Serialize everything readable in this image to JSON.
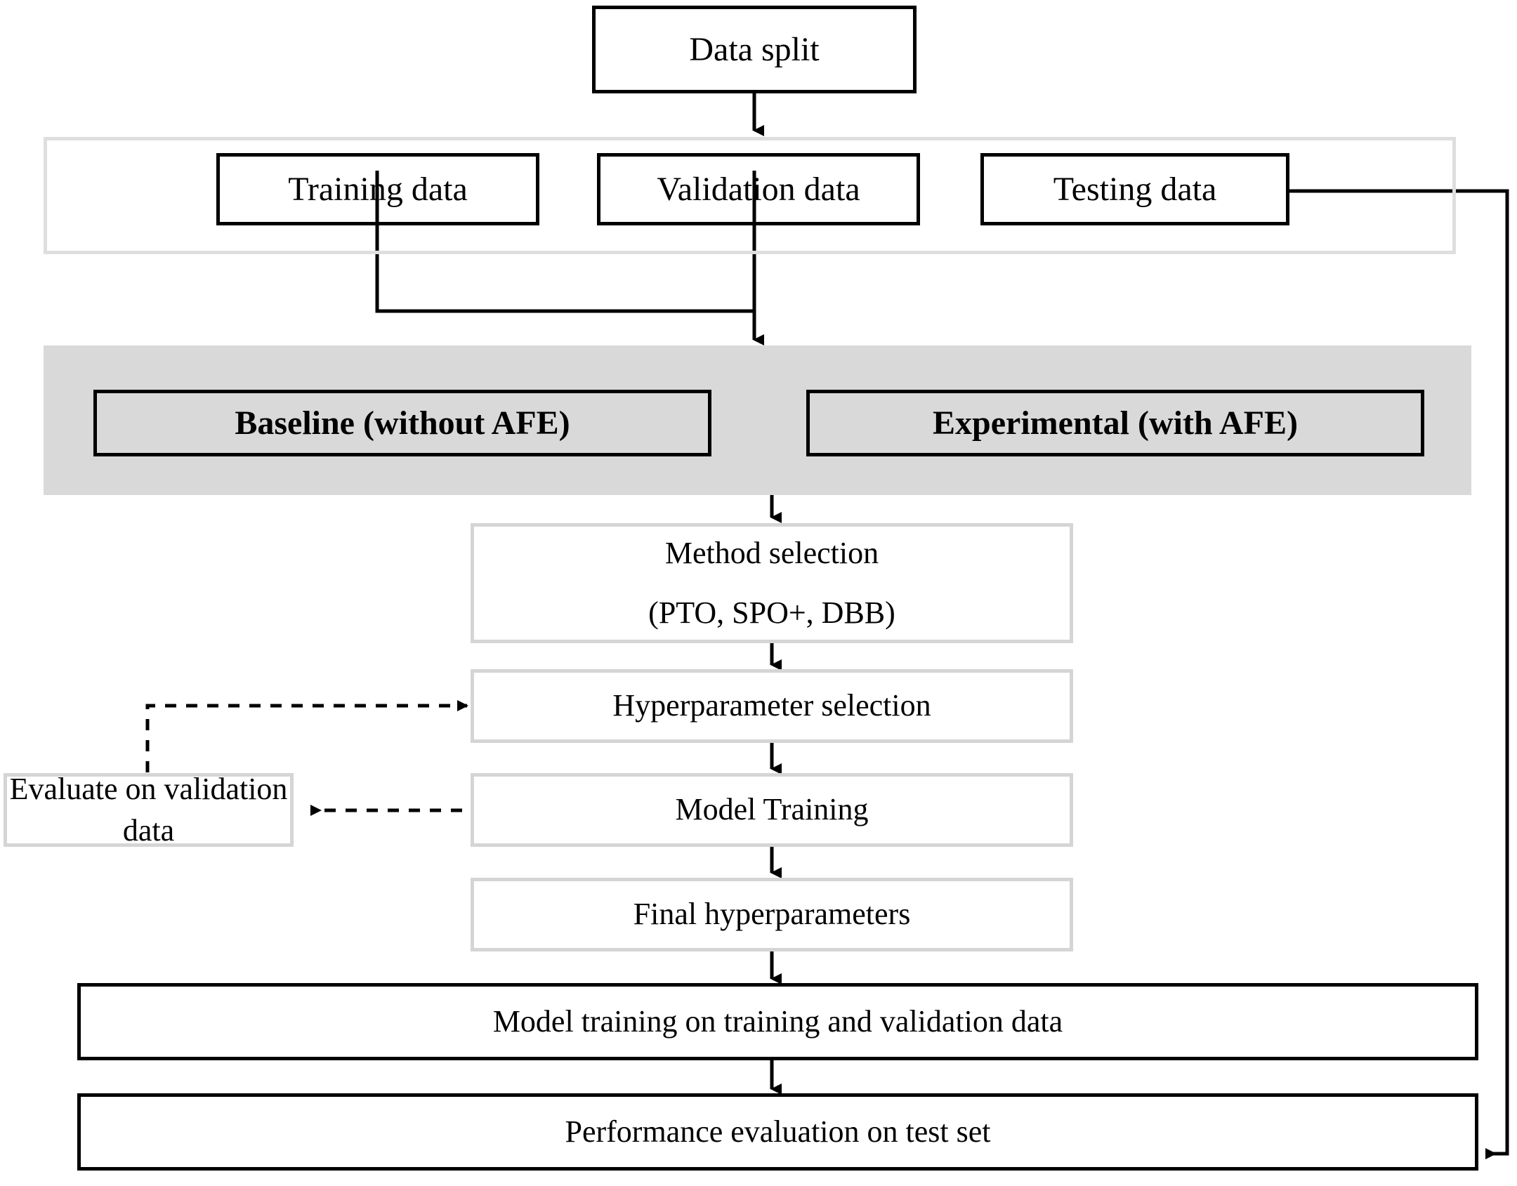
{
  "diagram": {
    "title_nodes": {
      "data_split": "Data split",
      "training_data": "Training data",
      "validation_data": "Validation data",
      "testing_data": "Testing data",
      "baseline": "Baseline (without AFE)",
      "experimental": "Experimental (with AFE)",
      "method_selection_line1": "Method selection",
      "method_selection_line2": "(PTO, SPO+, DBB)",
      "hyperparameter_selection": "Hyperparameter selection",
      "evaluate_on_validation": "Evaluate on validation data",
      "model_training": "Model Training",
      "final_hyperparameters": "Final hyperparameters",
      "model_training_full": "Model training on training and validation data",
      "performance_evaluation": "Performance evaluation on test set"
    },
    "colors": {
      "stroke_strong": "#000000",
      "stroke_light": "#d5d5d5",
      "group_border": "#dedede",
      "band_fill": "#d9d9d9",
      "text": "#000000",
      "page_background": "#ffffff"
    },
    "edges": [
      {
        "from": "data_split",
        "to": "data_split_group",
        "style": "solid-arrow"
      },
      {
        "from": "training_data",
        "to": "experiment_band",
        "style": "solid-elbow"
      },
      {
        "from": "validation_data",
        "to": "experiment_band",
        "style": "solid-arrow"
      },
      {
        "from": "testing_data",
        "to": "performance_evaluation",
        "style": "solid-elbow-arrow"
      },
      {
        "from": "experiment_band",
        "to": "method_selection",
        "style": "solid-arrow"
      },
      {
        "from": "method_selection",
        "to": "hyperparameter_selection",
        "style": "solid-arrow"
      },
      {
        "from": "hyperparameter_selection",
        "to": "model_training",
        "style": "solid-arrow"
      },
      {
        "from": "model_training",
        "to": "evaluate_on_validation",
        "style": "dashed-arrow"
      },
      {
        "from": "evaluate_on_validation",
        "to": "hyperparameter_selection",
        "style": "dashed-elbow-arrow"
      },
      {
        "from": "model_training",
        "to": "final_hyperparameters",
        "style": "solid-arrow"
      },
      {
        "from": "final_hyperparameters",
        "to": "model_training_full",
        "style": "solid-arrow"
      },
      {
        "from": "model_training_full",
        "to": "performance_evaluation",
        "style": "solid-arrow"
      }
    ]
  }
}
